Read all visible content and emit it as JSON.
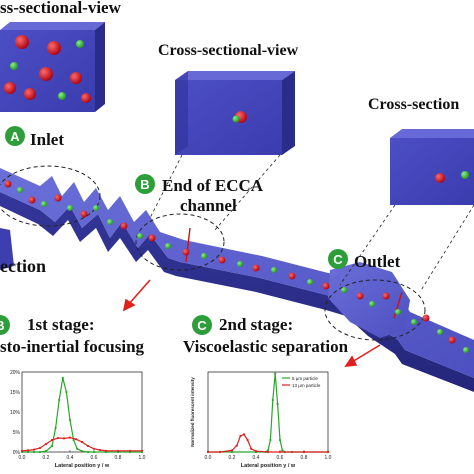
{
  "views": {
    "inlet_view_label": "ss-sectional-view",
    "middle_view_label": "Cross-sectional-view",
    "right_view_label": "Cross-section"
  },
  "markers": {
    "inlet": {
      "badge": "A",
      "label": "Inlet"
    },
    "ecca": {
      "badge": "B",
      "label_line1": "End of ECCA",
      "label_line2": "channel"
    },
    "outlet": {
      "badge": "C",
      "label": "Outlet"
    }
  },
  "left_fragment": "ection",
  "stages": {
    "first": {
      "badge": "B",
      "title": "1st stage:",
      "subtitle": "sto-inertial focusing"
    },
    "second": {
      "badge": "C",
      "title": "2nd stage:",
      "subtitle": "Viscoelastic separation"
    }
  },
  "colors": {
    "channel": "#3d3fb0",
    "green_particle": "#2aa52a",
    "red_particle": "#c8141e",
    "badge": "#2e9e3a"
  },
  "chart_data": [
    {
      "type": "line",
      "xlabel": "Lateral position y / w",
      "ylabel": "",
      "xlim": [
        0,
        1.0
      ],
      "ylim": [
        0,
        20
      ],
      "x_ticks": [
        "0.0",
        "0.2",
        "0.4",
        "0.6",
        "0.8",
        "1.0"
      ],
      "y_ticks": [
        "0%",
        "5%",
        "10%",
        "15%",
        "20%"
      ],
      "series": [
        {
          "name": "",
          "color": "#2aa52a",
          "x": [
            0.0,
            0.05,
            0.1,
            0.15,
            0.2,
            0.25,
            0.28,
            0.31,
            0.34,
            0.37,
            0.4,
            0.43,
            0.46,
            0.5,
            0.55,
            0.6,
            0.7,
            0.8,
            0.9,
            1.0
          ],
          "y": [
            0,
            0,
            0,
            0,
            0.2,
            1.5,
            6,
            13,
            18.5,
            15,
            8,
            3,
            0.8,
            0.2,
            0,
            0,
            0,
            0,
            0,
            0
          ]
        },
        {
          "name": "",
          "color": "#e02020",
          "x": [
            0.0,
            0.05,
            0.1,
            0.15,
            0.2,
            0.25,
            0.3,
            0.35,
            0.4,
            0.45,
            0.5,
            0.55,
            0.6,
            0.65,
            0.7,
            0.8,
            0.9,
            1.0
          ],
          "y": [
            0.3,
            0.4,
            0.6,
            1,
            2,
            3,
            3.5,
            3.4,
            3.6,
            3.2,
            2.5,
            1.5,
            0.8,
            0.5,
            0.3,
            0.3,
            0.3,
            0.3
          ]
        }
      ]
    },
    {
      "type": "line",
      "xlabel": "Lateral position y / w",
      "ylabel": "Normalized fluorescent intensity",
      "xlim": [
        0,
        1.0
      ],
      "ylim": [
        0,
        1.0
      ],
      "x_ticks": [
        "0.0",
        "0.2",
        "0.4",
        "0.6",
        "0.8",
        "1.0"
      ],
      "y_ticks": [],
      "series": [
        {
          "name": "5 μm particle",
          "color": "#2aa52a",
          "x": [
            0.0,
            0.2,
            0.4,
            0.48,
            0.5,
            0.52,
            0.54,
            0.56,
            0.58,
            0.6,
            0.62,
            0.64,
            0.7,
            0.8,
            1.0
          ],
          "y": [
            0,
            0,
            0,
            0,
            0.02,
            0.15,
            0.65,
            0.98,
            0.6,
            0.15,
            0.02,
            0,
            0,
            0,
            0
          ]
        },
        {
          "name": "13 μm particle",
          "color": "#e02020",
          "x": [
            0.0,
            0.1,
            0.2,
            0.24,
            0.27,
            0.3,
            0.33,
            0.36,
            0.4,
            0.5,
            0.6,
            0.8,
            1.0
          ],
          "y": [
            0,
            0,
            0.02,
            0.08,
            0.2,
            0.22,
            0.15,
            0.04,
            0.01,
            0,
            0,
            0,
            0
          ]
        }
      ]
    }
  ]
}
